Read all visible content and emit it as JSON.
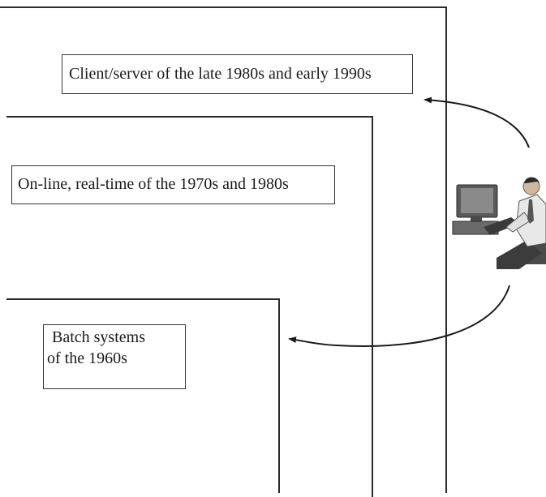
{
  "diagram": {
    "labels": {
      "client_server": "Client/server of the late 1980s and early 1990s",
      "online": "On-line, real-time of the 1970s and 1980s",
      "batch_line1": "Batch systems",
      "batch_line2": "of the 1960s"
    },
    "colors": {
      "frame": "#2a2a2a",
      "monitor": "#5a5a5a",
      "desk": "#6a6a6a",
      "shirt": "#e8e8e8",
      "trousers": "#3c3c3c",
      "skin": "#d0b8a0"
    },
    "icons": {
      "user": "person-at-computer-icon"
    }
  }
}
